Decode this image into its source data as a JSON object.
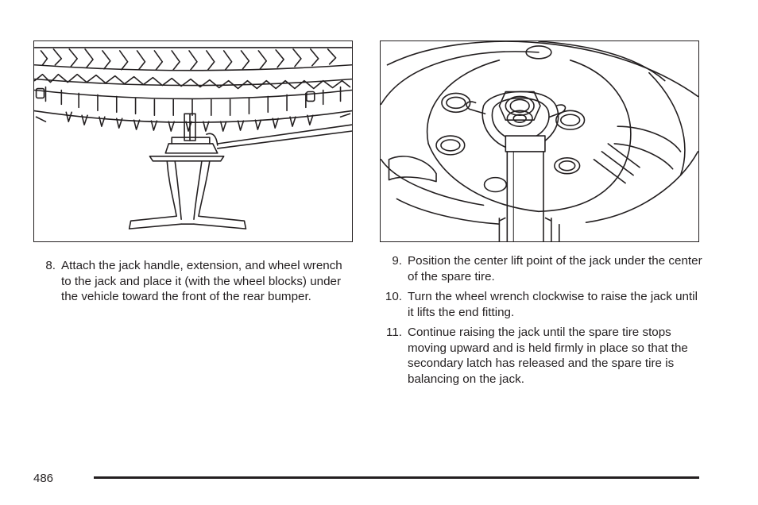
{
  "figures": {
    "left": {
      "icons": [
        "spare-tire-icon",
        "jack-icon"
      ]
    },
    "right": {
      "icons": [
        "wheel-hub-icon",
        "jack-shaft-icon"
      ]
    }
  },
  "steps_left": [
    {
      "number": "8.",
      "text": "Attach the jack handle, extension, and wheel wrench to the jack and place it (with the wheel blocks) under the vehicle toward the front of the rear bumper."
    }
  ],
  "steps_right": [
    {
      "number": "9.",
      "text": "Position the center lift point of the jack under the center of the spare tire."
    },
    {
      "number": "10.",
      "text": "Turn the wheel wrench clockwise to raise the jack until it lifts the end fitting."
    },
    {
      "number": "11.",
      "text": "Continue raising the jack until the spare tire stops moving upward and is held firmly in place so that the secondary latch has released and the spare tire is balancing on the jack."
    }
  ],
  "footer": {
    "page_number": "486"
  },
  "colors": {
    "ink": "#231f20",
    "background": "#ffffff"
  }
}
